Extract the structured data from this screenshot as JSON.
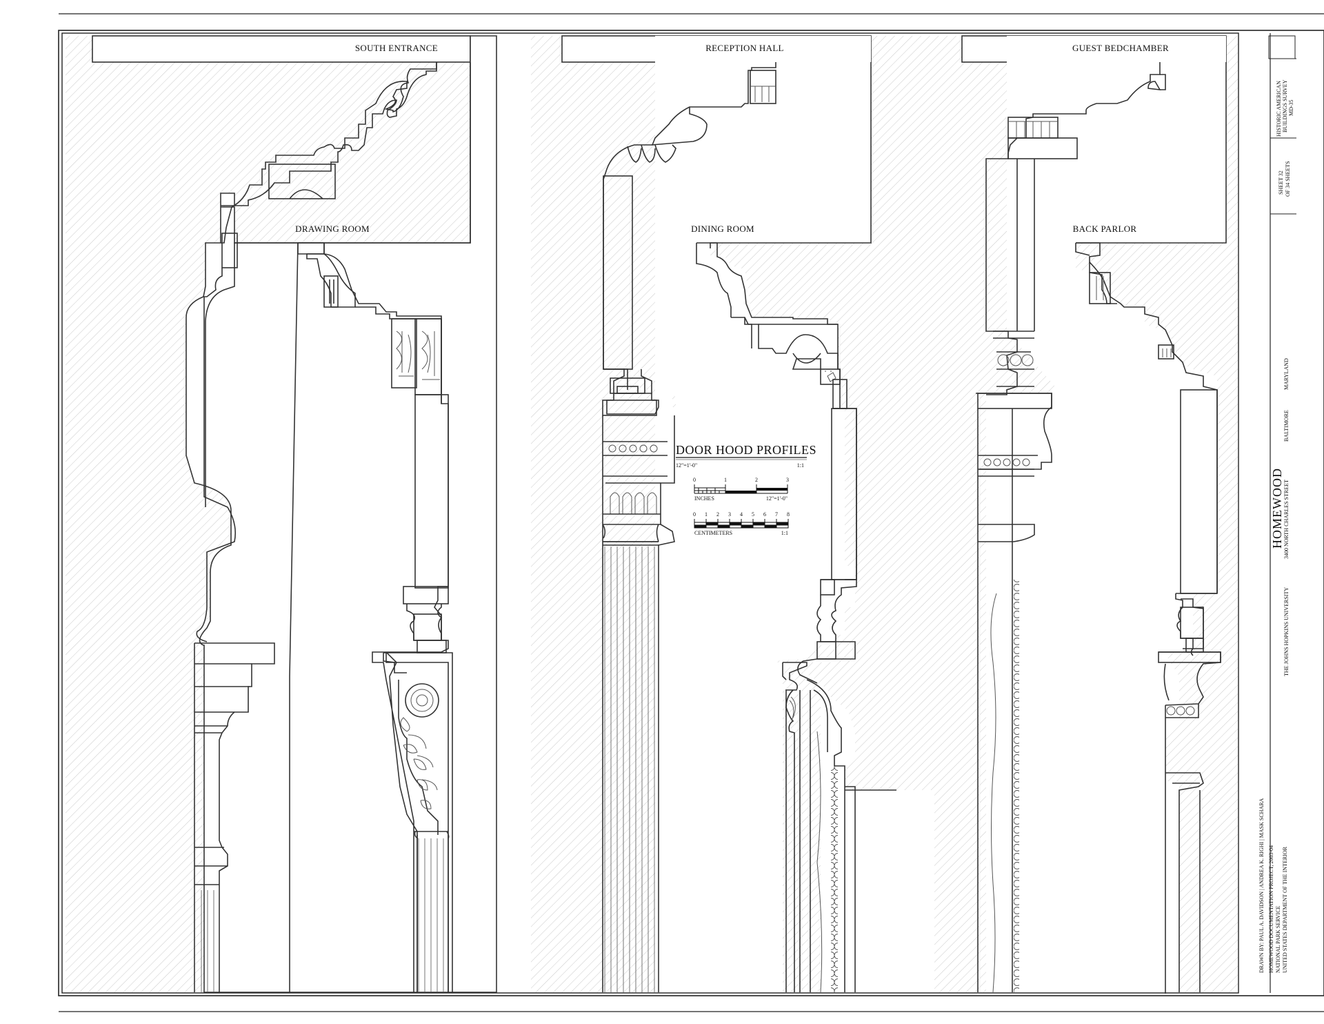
{
  "sheet_title": "DOOR HOOD PROFILES",
  "scales": {
    "title_scale_left": "12\"=1'-0\"",
    "title_scale_right": "1:1",
    "inches_label": "INCHES",
    "inches_scale": "12\"=1'-0\"",
    "inches_ticks": [
      "0",
      "1",
      "2",
      "3"
    ],
    "centimeters_label": "CENTIMETERS",
    "centimeters_scale": "1:1",
    "centimeters_ticks": [
      "0",
      "1",
      "2",
      "3",
      "4",
      "5",
      "6",
      "7",
      "8"
    ]
  },
  "profiles": {
    "south_entrance": "SOUTH ENTRANCE",
    "drawing_room": "DRAWING ROOM",
    "reception_hall": "RECEPTION HALL",
    "dining_room": "DINING ROOM",
    "guest_bedchamber": "GUEST BEDCHAMBER",
    "back_parlor": "BACK PARLOR"
  },
  "title_block": {
    "credits": "DRAWN BY: PAUL A. DAVIDSON | ANDREA K. RIGHI | MASK SCHARA",
    "project": "HOMEWOOD DOCUMENTATION PROJECT, 2003-04",
    "agency_1": "NATIONAL PARK SERVICE",
    "agency_2": "UNITED STATES DEPARTMENT OF THE INTERIOR",
    "site_name": "HOMEWOOD",
    "address": "3400 NORTH CHARLES STREET",
    "owner": "THE JOHNS HOPKINS UNIVERSITY",
    "city": "BALTIMORE",
    "state": "MARYLAND",
    "sheet_number": "SHEET 32",
    "sheet_total": "OF 34 SHEETS",
    "survey_1": "HISTORIC AMERICAN",
    "survey_2": "BUILDINGS SURVEY",
    "survey_id": "MD-35"
  }
}
